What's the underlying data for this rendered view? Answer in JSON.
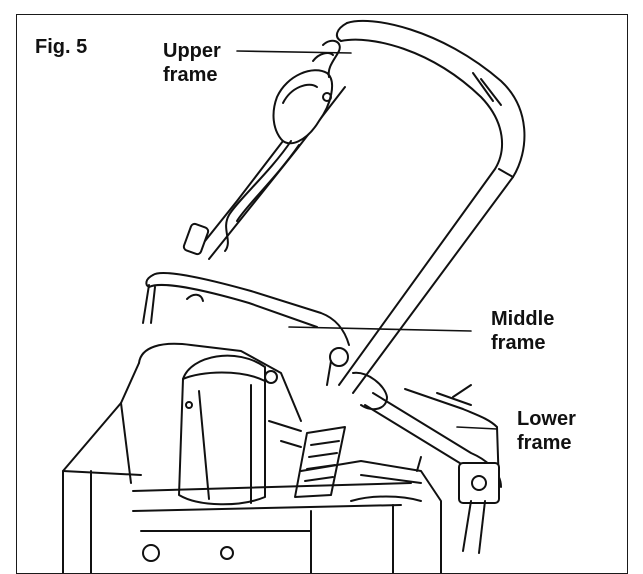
{
  "figure": {
    "title": "Fig. 5",
    "labels": {
      "upper": [
        "Upper",
        "frame"
      ],
      "middle": [
        "Middle",
        "frame"
      ],
      "lower": [
        "Lower",
        "frame"
      ]
    },
    "line_color": "#111111"
  }
}
